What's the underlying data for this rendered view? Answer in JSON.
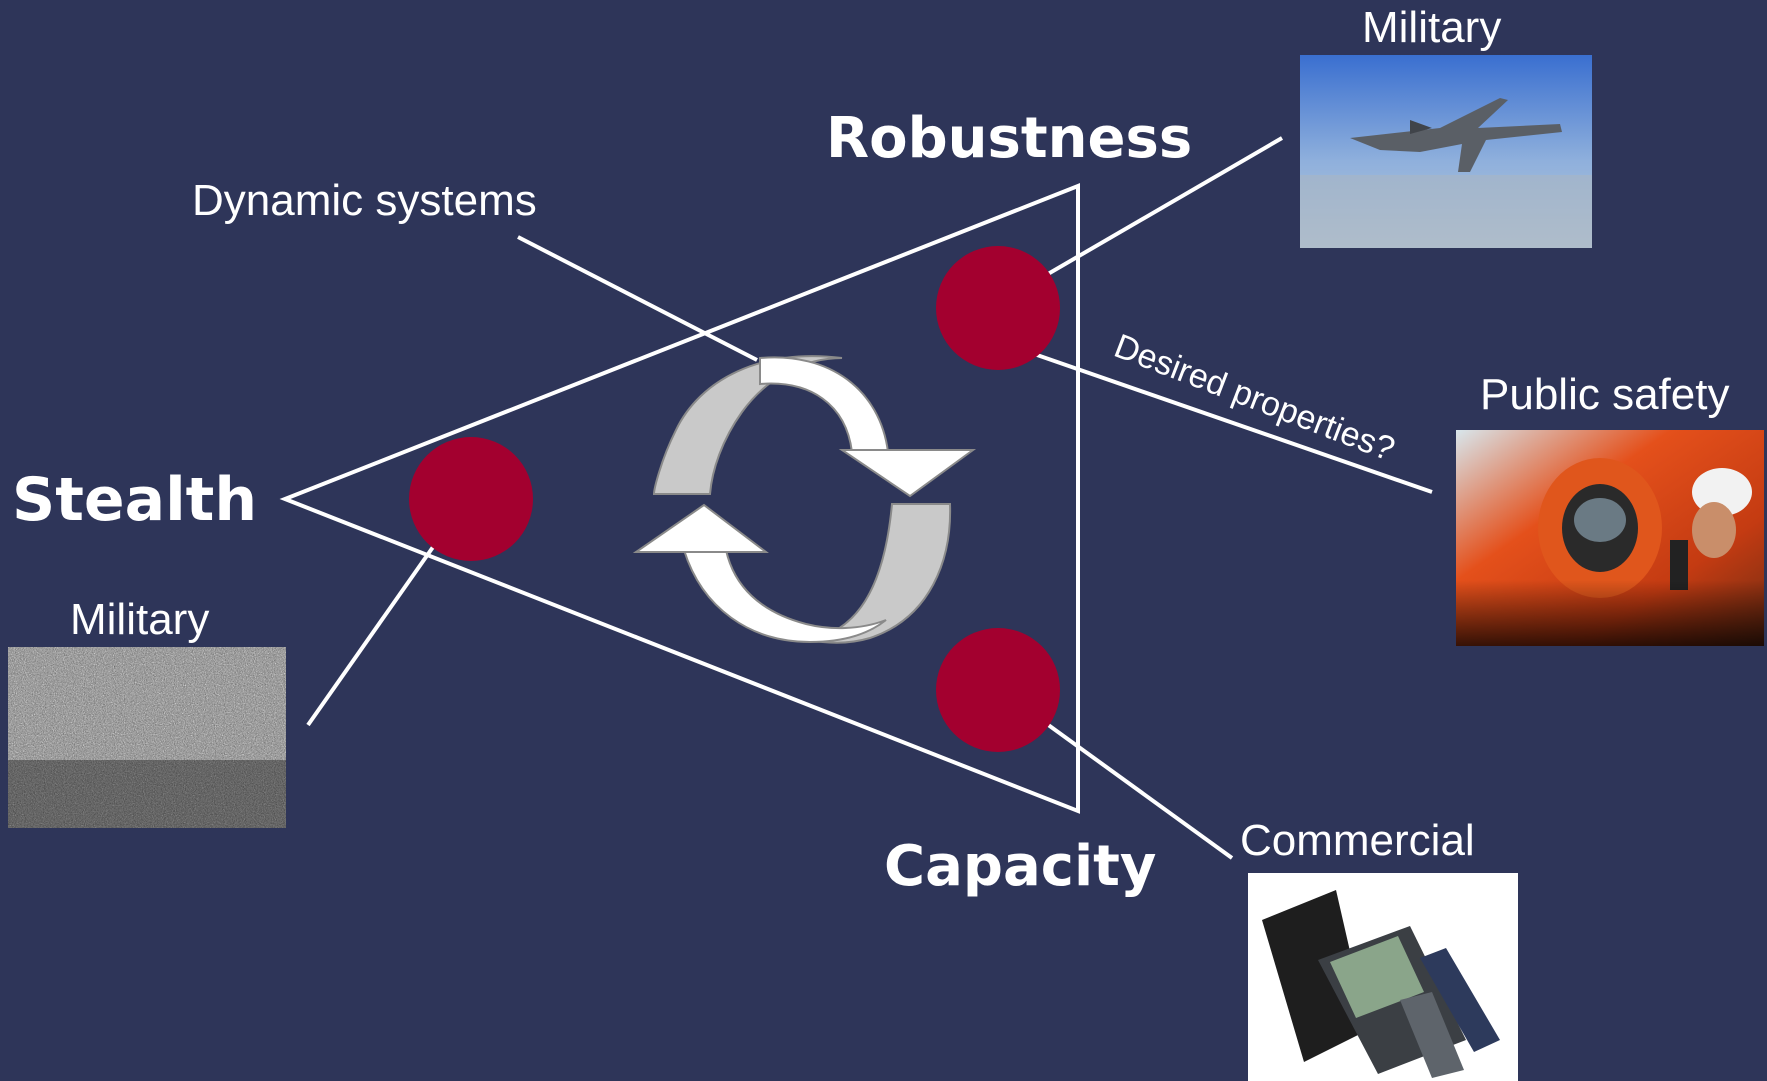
{
  "diagram": {
    "vertices": {
      "robustness": "Robustness",
      "stealth": "Stealth",
      "capacity": "Capacity"
    },
    "labels": {
      "dynamic_systems": "Dynamic systems",
      "desired_properties": "Desired properties?"
    },
    "applications": {
      "military_top": "Military",
      "military_left": "Military",
      "public_safety": "Public safety",
      "commercial": "Commercial"
    },
    "colors": {
      "background": "#2e3559",
      "node": "#a3002f",
      "line": "#ffffff",
      "arrow_front": "#ffffff",
      "arrow_back": "#c8c8c8"
    }
  }
}
